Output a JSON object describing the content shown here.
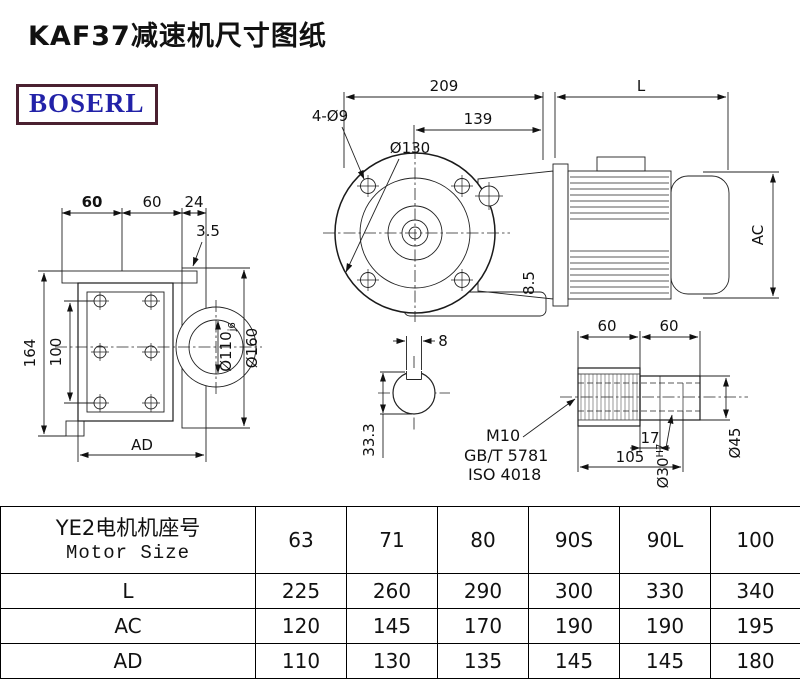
{
  "page": {
    "title": "KAF37减速机尺寸图纸",
    "logo": "BOSERL"
  },
  "colors": {
    "logo_text": "#2222a8",
    "logo_border": "#4a2030",
    "line": "#1a1a1a"
  },
  "drawing": {
    "front": {
      "dim209": "209",
      "dim139": "139",
      "holes": "4-Ø9",
      "flange": "Ø130",
      "dimL": "L",
      "dimAC": "AC",
      "dim85": "8.5"
    },
    "side": {
      "dim60a": "60",
      "dim60b": "60",
      "dim24": "24",
      "dim35": "3.5",
      "dim164": "164",
      "dim100": "100",
      "dimAD": "AD",
      "d110": "Ø110",
      "d110fit": "j6",
      "d160": "Ø160"
    },
    "shaft_end": {
      "dim8": "8",
      "dim333": "33.3"
    },
    "shaft": {
      "dim60a": "60",
      "dim60b": "60",
      "dim17": "17",
      "dim105": "105",
      "d30": "Ø30",
      "d30fit": "H7",
      "d45": "Ø45",
      "thread": "M10",
      "std1": "GB/T 5781",
      "std2": "ISO 4018"
    }
  },
  "table": {
    "header": {
      "label_cn": "YE2电机机座号",
      "label_en": "Motor Size",
      "sizes": [
        "63",
        "71",
        "80",
        "90S",
        "90L",
        "100"
      ]
    },
    "rows": [
      {
        "label": "L",
        "values": [
          "225",
          "260",
          "290",
          "300",
          "330",
          "340"
        ]
      },
      {
        "label": "AC",
        "values": [
          "120",
          "145",
          "170",
          "190",
          "190",
          "195"
        ]
      },
      {
        "label": "AD",
        "values": [
          "110",
          "130",
          "135",
          "145",
          "145",
          "180"
        ]
      }
    ]
  }
}
